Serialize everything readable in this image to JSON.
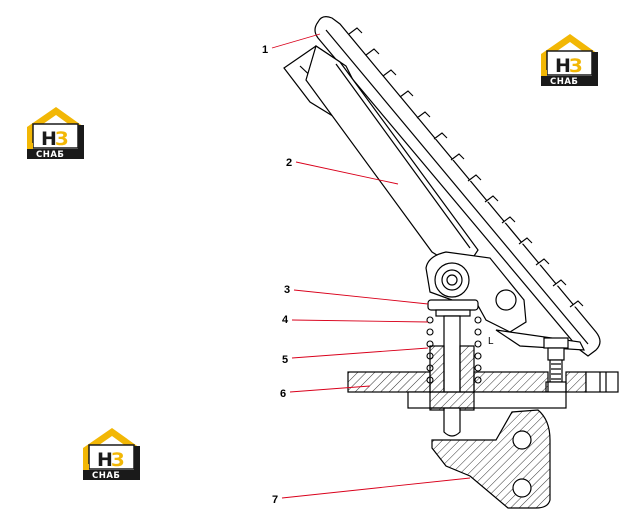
{
  "colors": {
    "line": "#000000",
    "leader": "#d9001b",
    "logo_yellow": "#f2b705",
    "logo_dark": "#1a1a1a"
  },
  "callouts": [
    {
      "id": "1",
      "label": "1"
    },
    {
      "id": "2",
      "label": "2"
    },
    {
      "id": "3",
      "label": "3"
    },
    {
      "id": "4",
      "label": "4"
    },
    {
      "id": "5",
      "label": "5"
    },
    {
      "id": "6",
      "label": "6"
    },
    {
      "id": "7",
      "label": "7"
    }
  ],
  "logo": {
    "letter_h": "H",
    "letter_3": "З",
    "word": "СНАБ"
  },
  "marks": {
    "corner_mark": "L"
  }
}
